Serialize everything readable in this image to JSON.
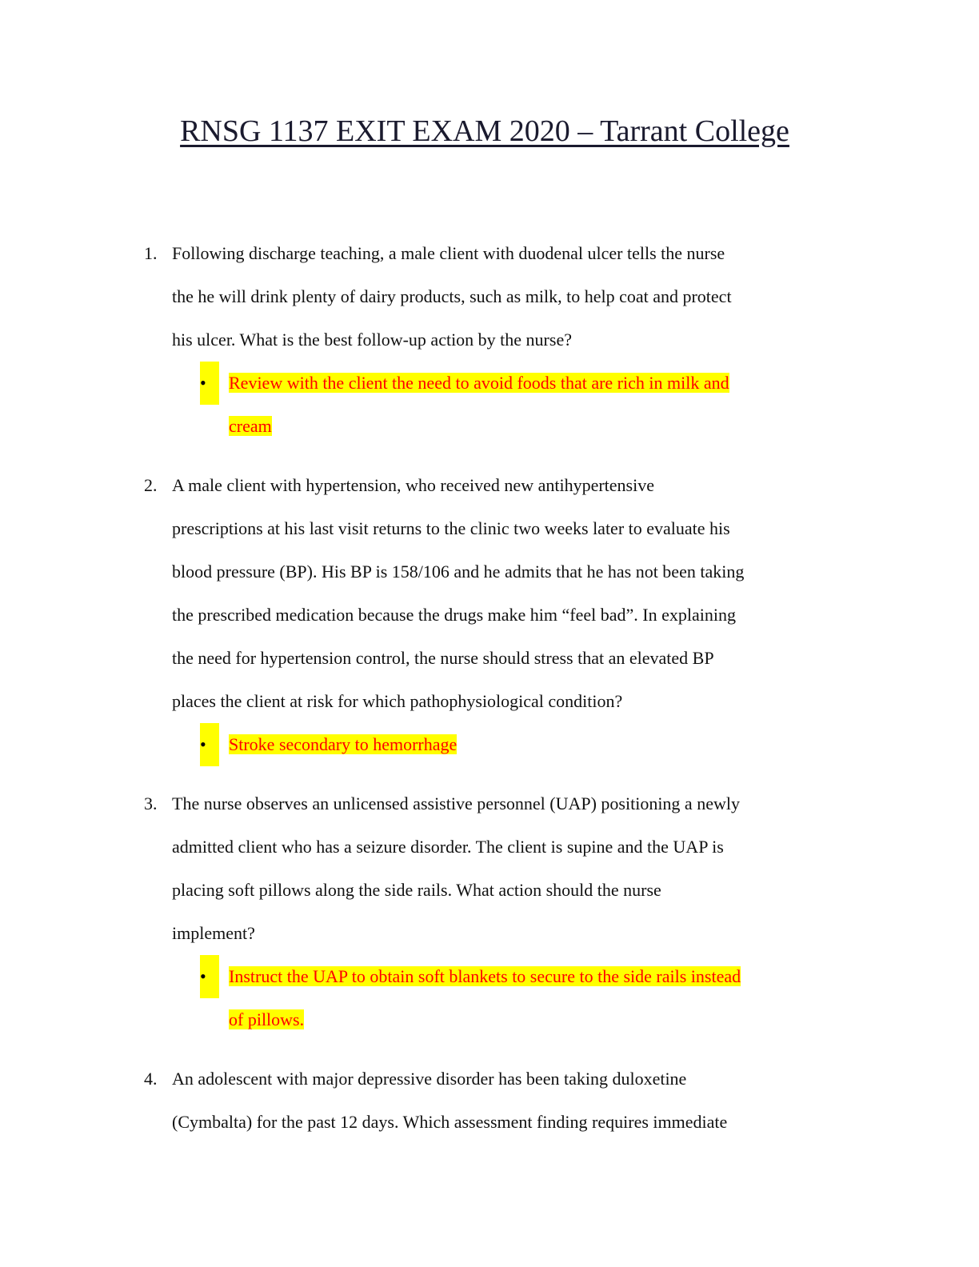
{
  "title": "RNSG 1137 EXIT EXAM 2020 – Tarrant College",
  "questions": [
    {
      "num": "1.",
      "lines": [
        "Following discharge teaching, a male client with duodenal ulcer tells the nurse",
        "the he will drink plenty of dairy products, such as milk, to help coat and protect",
        "his ulcer. What is the best follow-up action by the nurse?"
      ],
      "answer": [
        "Review with the client the need to avoid foods that are rich in milk and",
        "cream"
      ]
    },
    {
      "num": "2.",
      "lines": [
        "A male client with hypertension, who received new antihypertensive",
        "prescriptions at his last visit returns to the clinic two weeks later to evaluate his",
        "blood pressure (BP). His BP is 158/106 and he admits that he has not been taking",
        "the prescribed medication because the drugs make him “feel bad”. In explaining",
        "the need for hypertension control, the nurse should stress that an elevated BP",
        "places the client at risk for which pathophysiological condition?"
      ],
      "answer": [
        "Stroke secondary to hemorrhage"
      ]
    },
    {
      "num": "3.",
      "lines": [
        "The nurse observes an unlicensed assistive personnel (UAP) positioning a newly",
        "admitted client who has a seizure disorder. The client is supine and the UAP is",
        "placing soft pillows along the side rails. What action should the nurse",
        "implement?"
      ],
      "answer": [
        "Instruct the UAP to obtain soft blankets to secure to the side rails instead",
        "of pillows."
      ]
    },
    {
      "num": "4.",
      "lines": [
        "An adolescent with major depressive disorder has been taking duloxetine",
        "(Cymbalta) for the past 12 days. Which assessment finding requires immediate"
      ],
      "answer": []
    }
  ],
  "bullet": "•"
}
